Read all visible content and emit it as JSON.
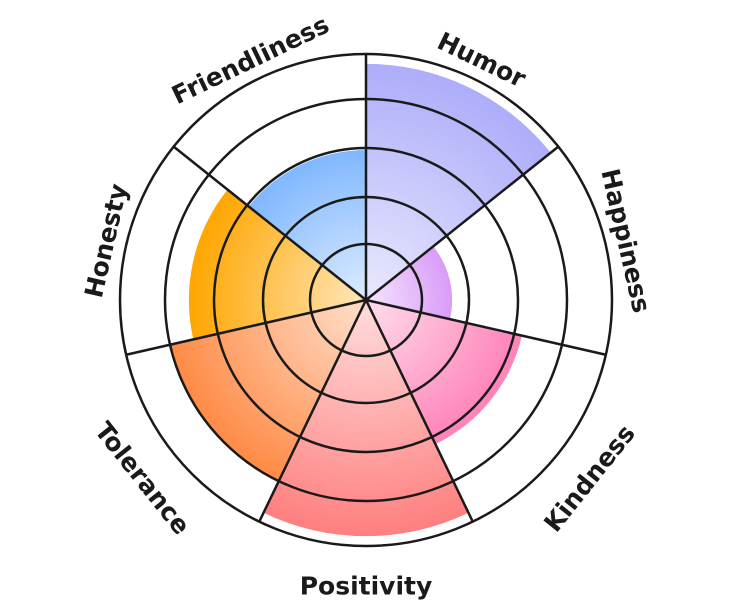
{
  "chart_data": {
    "type": "polar-area",
    "title": "",
    "categories": [
      "Humor",
      "Happiness",
      "Kindness",
      "Positivity",
      "Tolerance",
      "Honesty",
      "Friendliness"
    ],
    "values": [
      4.8,
      1.75,
      3.25,
      4.8,
      4.1,
      3.6,
      3.05
    ],
    "rmax": 5,
    "rings": [
      1,
      2,
      3,
      4,
      5
    ],
    "grid": true,
    "legend": "none",
    "colors": [
      "#adadfa",
      "#d99cf7",
      "#ff82b8",
      "#ff7f7f",
      "#ff8a45",
      "#ffa600",
      "#80b7ff"
    ]
  }
}
